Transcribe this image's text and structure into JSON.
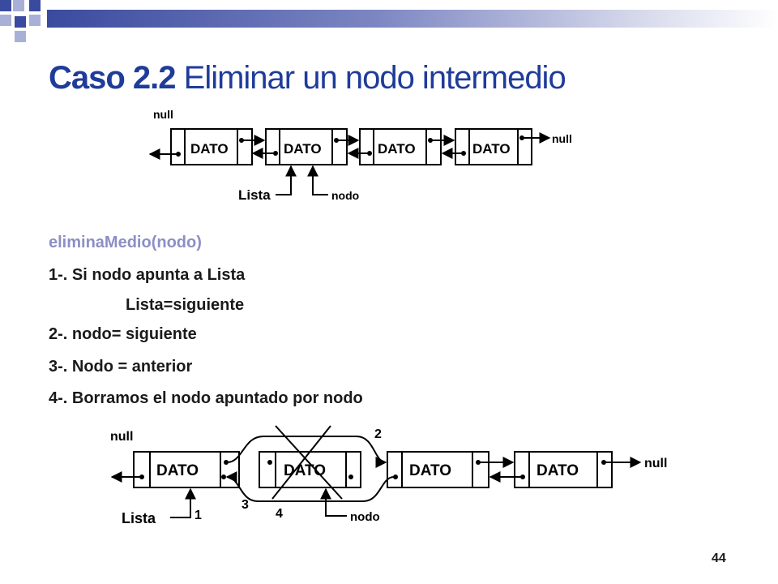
{
  "slide": {
    "title_bold": "Caso 2.2",
    "title_rest": " Eliminar un nodo intermedio",
    "page_number": "44"
  },
  "lines": [
    "eliminaMedio(nodo)",
    "1-. Si nodo apunta a Lista",
    "Lista=siguiente",
    "2-. nodo= siguiente",
    "3-. Nodo = anterior",
    "4-. Borramos el nodo apuntado por nodo"
  ],
  "diagram_top": {
    "node_label": "DATO",
    "null_left": "null",
    "null_right": "null",
    "lista_label": "Lista",
    "nodo_label": "nodo"
  },
  "diagram_bottom": {
    "node_label": "DATO",
    "null_left": "null",
    "null_right": "null",
    "lista_label": "Lista",
    "nodo_label": "nodo",
    "step_1": "1",
    "step_2": "2",
    "step_3": "3",
    "step_4": "4"
  },
  "colors": {
    "title": "#1f3c9a",
    "first_line": "#8c8fc4",
    "deco_dark": "#3a4a9e",
    "deco_light": "#a9b0d8"
  }
}
